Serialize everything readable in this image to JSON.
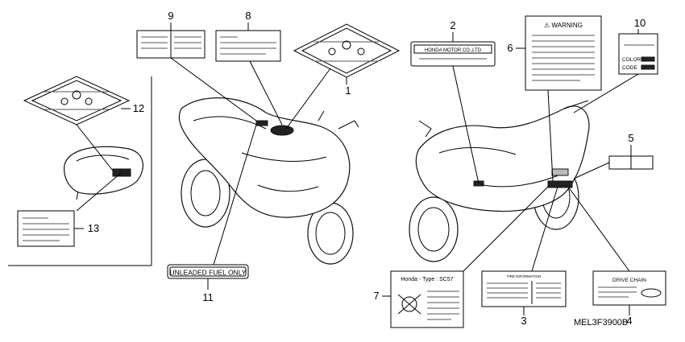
{
  "callouts": [
    "1",
    "2",
    "3",
    "4",
    "5",
    "6",
    "7",
    "8",
    "9",
    "10",
    "11",
    "12",
    "13"
  ],
  "labels": {
    "warning": "⚠ WARNING",
    "honda_motor": "HONDA MOTOR CO.,LTD",
    "color": "COLOR",
    "code": "CODE",
    "unleaded": "UNLEADED FUEL ONLY",
    "drive_chain": "DRIVE CHAIN",
    "honda_type": "Honda - Type : SC57",
    "tire_info": "TIRE INFORMATION"
  },
  "diagram_code": "MEL3F3900B"
}
